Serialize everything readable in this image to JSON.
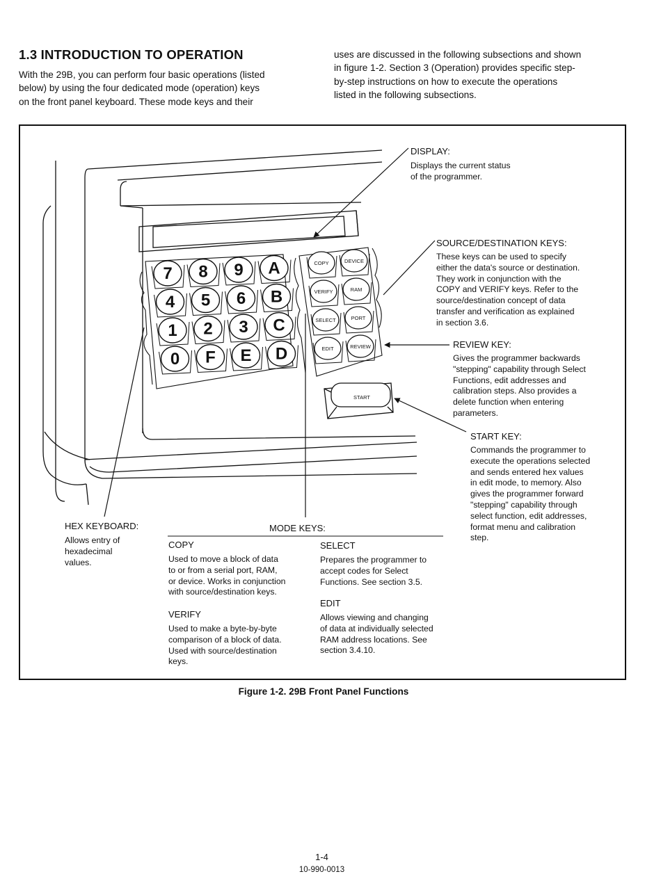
{
  "heading": "1.3 INTRODUCTION TO OPERATION",
  "intro_left": [
    "With the 29B, you can perform four basic operations (listed",
    "below) by using the four dedicated mode (operation) keys",
    "on the front panel keyboard. These mode keys and their"
  ],
  "intro_right": [
    "uses are discussed in the following subsections and shown",
    "in figure 1-2. Section 3 (Operation) provides specific step-",
    "by-step instructions on how to execute the operations",
    "listed in the following subsections."
  ],
  "figure": {
    "display": {
      "title": "DISPLAY:",
      "lines": [
        "Displays the current status",
        "of the programmer."
      ]
    },
    "source_dest": {
      "title": "SOURCE/DESTINATION KEYS:",
      "lines": [
        "These keys can be used to specify",
        "either the data's source or destination.",
        "They work in conjunction with the",
        "COPY and VERIFY keys. Refer to the",
        "source/destination concept of data",
        "transfer and verification as explained",
        "in section 3.6."
      ]
    },
    "review": {
      "title": "REVIEW KEY:",
      "lines": [
        "Gives the programmer backwards",
        "\"stepping\" capability through Select",
        "Functions, edit addresses and",
        "calibration steps. Also provides a",
        "delete function when entering",
        "parameters."
      ]
    },
    "start": {
      "title": "START KEY:",
      "lines": [
        "Commands the programmer to",
        "execute the operations selected",
        "and sends entered hex values",
        "in edit mode, to memory. Also",
        "gives the programmer forward",
        "\"stepping\" capability through",
        "select function, edit addresses,",
        "format menu and calibration",
        "step."
      ]
    },
    "hex_keyboard": {
      "title": "HEX KEYBOARD:",
      "lines": [
        "Allows entry of",
        "hexadecimal",
        "values."
      ]
    },
    "mode_keys": {
      "title": "MODE KEYS:",
      "copy": {
        "title": "COPY",
        "lines": [
          "Used to move a block of data",
          "to or from a serial port, RAM,",
          "or device. Works in conjunction",
          "with source/destination keys."
        ]
      },
      "verify": {
        "title": "VERIFY",
        "lines": [
          "Used to make a byte-by-byte",
          "comparison of a block of data.",
          "Used with source/destination",
          "keys."
        ]
      },
      "select": {
        "title": "SELECT",
        "lines": [
          "Prepares the programmer to",
          "accept codes for Select",
          "Functions. See section 3.5."
        ]
      },
      "edit": {
        "title": "EDIT",
        "lines": [
          "Allows viewing and changing",
          "of data at individually selected",
          "RAM address locations. See",
          "section 3.4.10."
        ]
      }
    },
    "keypad": {
      "hex_rows": [
        [
          "7",
          "8",
          "9",
          "A"
        ],
        [
          "4",
          "5",
          "6",
          "B"
        ],
        [
          "1",
          "2",
          "3",
          "C"
        ],
        [
          "0",
          "F",
          "E",
          "D"
        ]
      ],
      "mode_rows": [
        [
          "COPY",
          "DEVICE"
        ],
        [
          "VERIFY",
          "RAM"
        ],
        [
          "SELECT",
          "PORT"
        ],
        [
          "EDIT",
          "REVIEW"
        ]
      ],
      "start_label": "START"
    }
  },
  "caption": "Figure 1-2. 29B Front Panel Functions",
  "page_number": "1-4",
  "doc_number": "10-990-0013"
}
